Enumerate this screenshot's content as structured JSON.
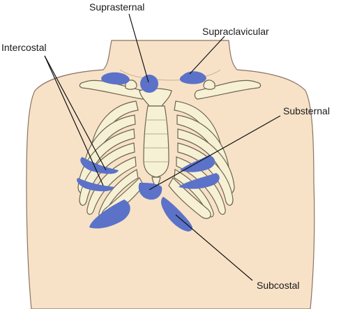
{
  "labels": {
    "suprasternal": "Suprasternal",
    "supraclavicular": "Supraclavicular",
    "intercostal": "Intercostal",
    "substernal": "Substernal",
    "subcostal": "Subcostal"
  },
  "colors": {
    "skin": "#f7e2c8",
    "skin_outline": "#8a7360",
    "bone": "#f6f1d4",
    "bone_outline": "#6d6450",
    "retraction": "#5b72c8",
    "text": "#1a1a1a"
  }
}
